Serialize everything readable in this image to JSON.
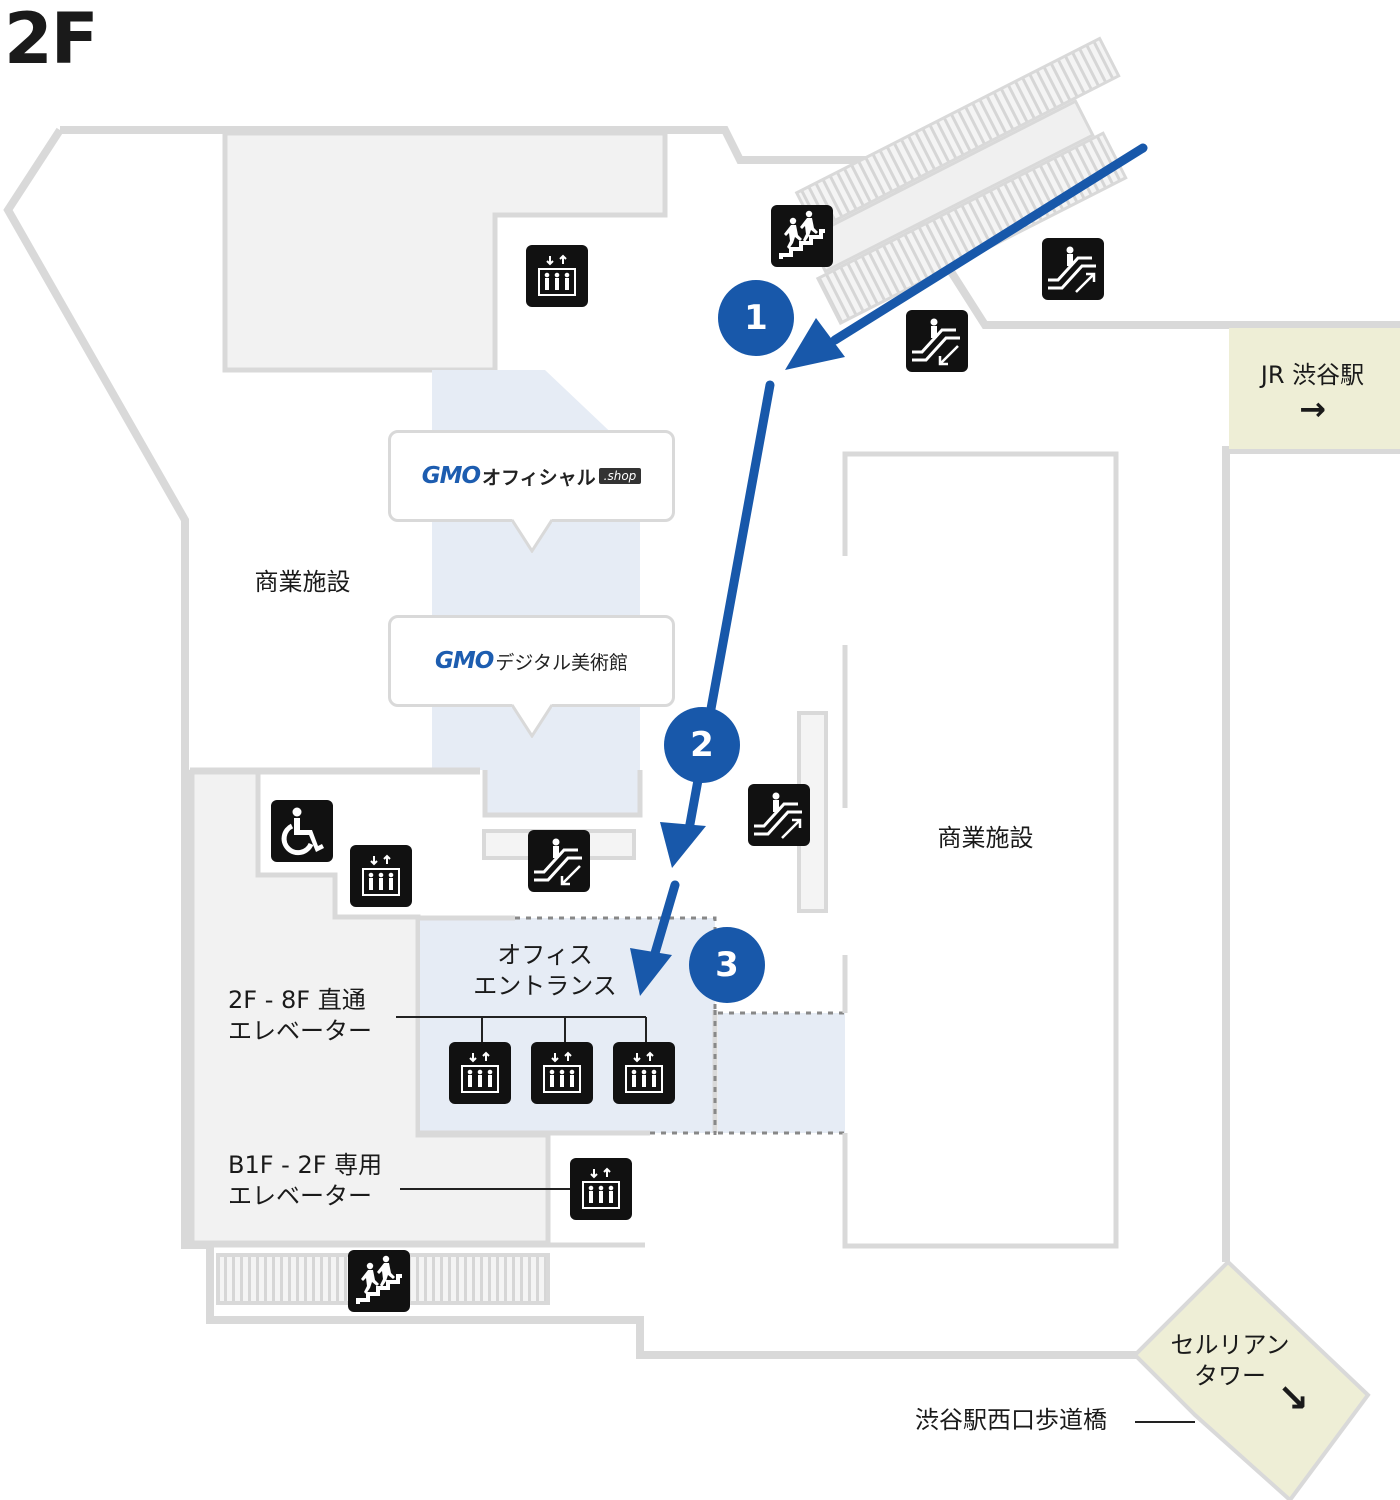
{
  "floor": "2F",
  "colors": {
    "route": "#1858aa",
    "wall": "#d9d9d9",
    "office_area": "#e6ecf5",
    "exit_area": "#eeeed6",
    "room_fill": "#f2f2f2"
  },
  "areas": {
    "commercial_left": "商業施設",
    "commercial_right": "商業施設",
    "office_entrance": [
      "オフィス",
      "エントランス"
    ],
    "jr_station": "JR 渋谷駅",
    "cerulean_tower": [
      "セルリアン",
      "タワー"
    ]
  },
  "arrows": {
    "jr": "→",
    "cerulean": "↘"
  },
  "callouts": {
    "gmo_shop": {
      "logo": "GMO",
      "name": "オフィシャル",
      "badge": ".shop"
    },
    "gmo_museum": {
      "logo": "GMO",
      "name": "デジタル美術館"
    }
  },
  "elevator_labels": {
    "direct": [
      "2F - 8F 直通",
      "エレベーター"
    ],
    "dedicated": [
      "B1F - 2F 専用",
      "エレベーター"
    ]
  },
  "bridge_label": "渋谷駅西口歩道橋",
  "route_steps": [
    "1",
    "2",
    "3"
  ],
  "icons": [
    "elevator-icon",
    "stairs-icon",
    "escalator-up-icon",
    "escalator-down-icon",
    "wheelchair-icon"
  ]
}
